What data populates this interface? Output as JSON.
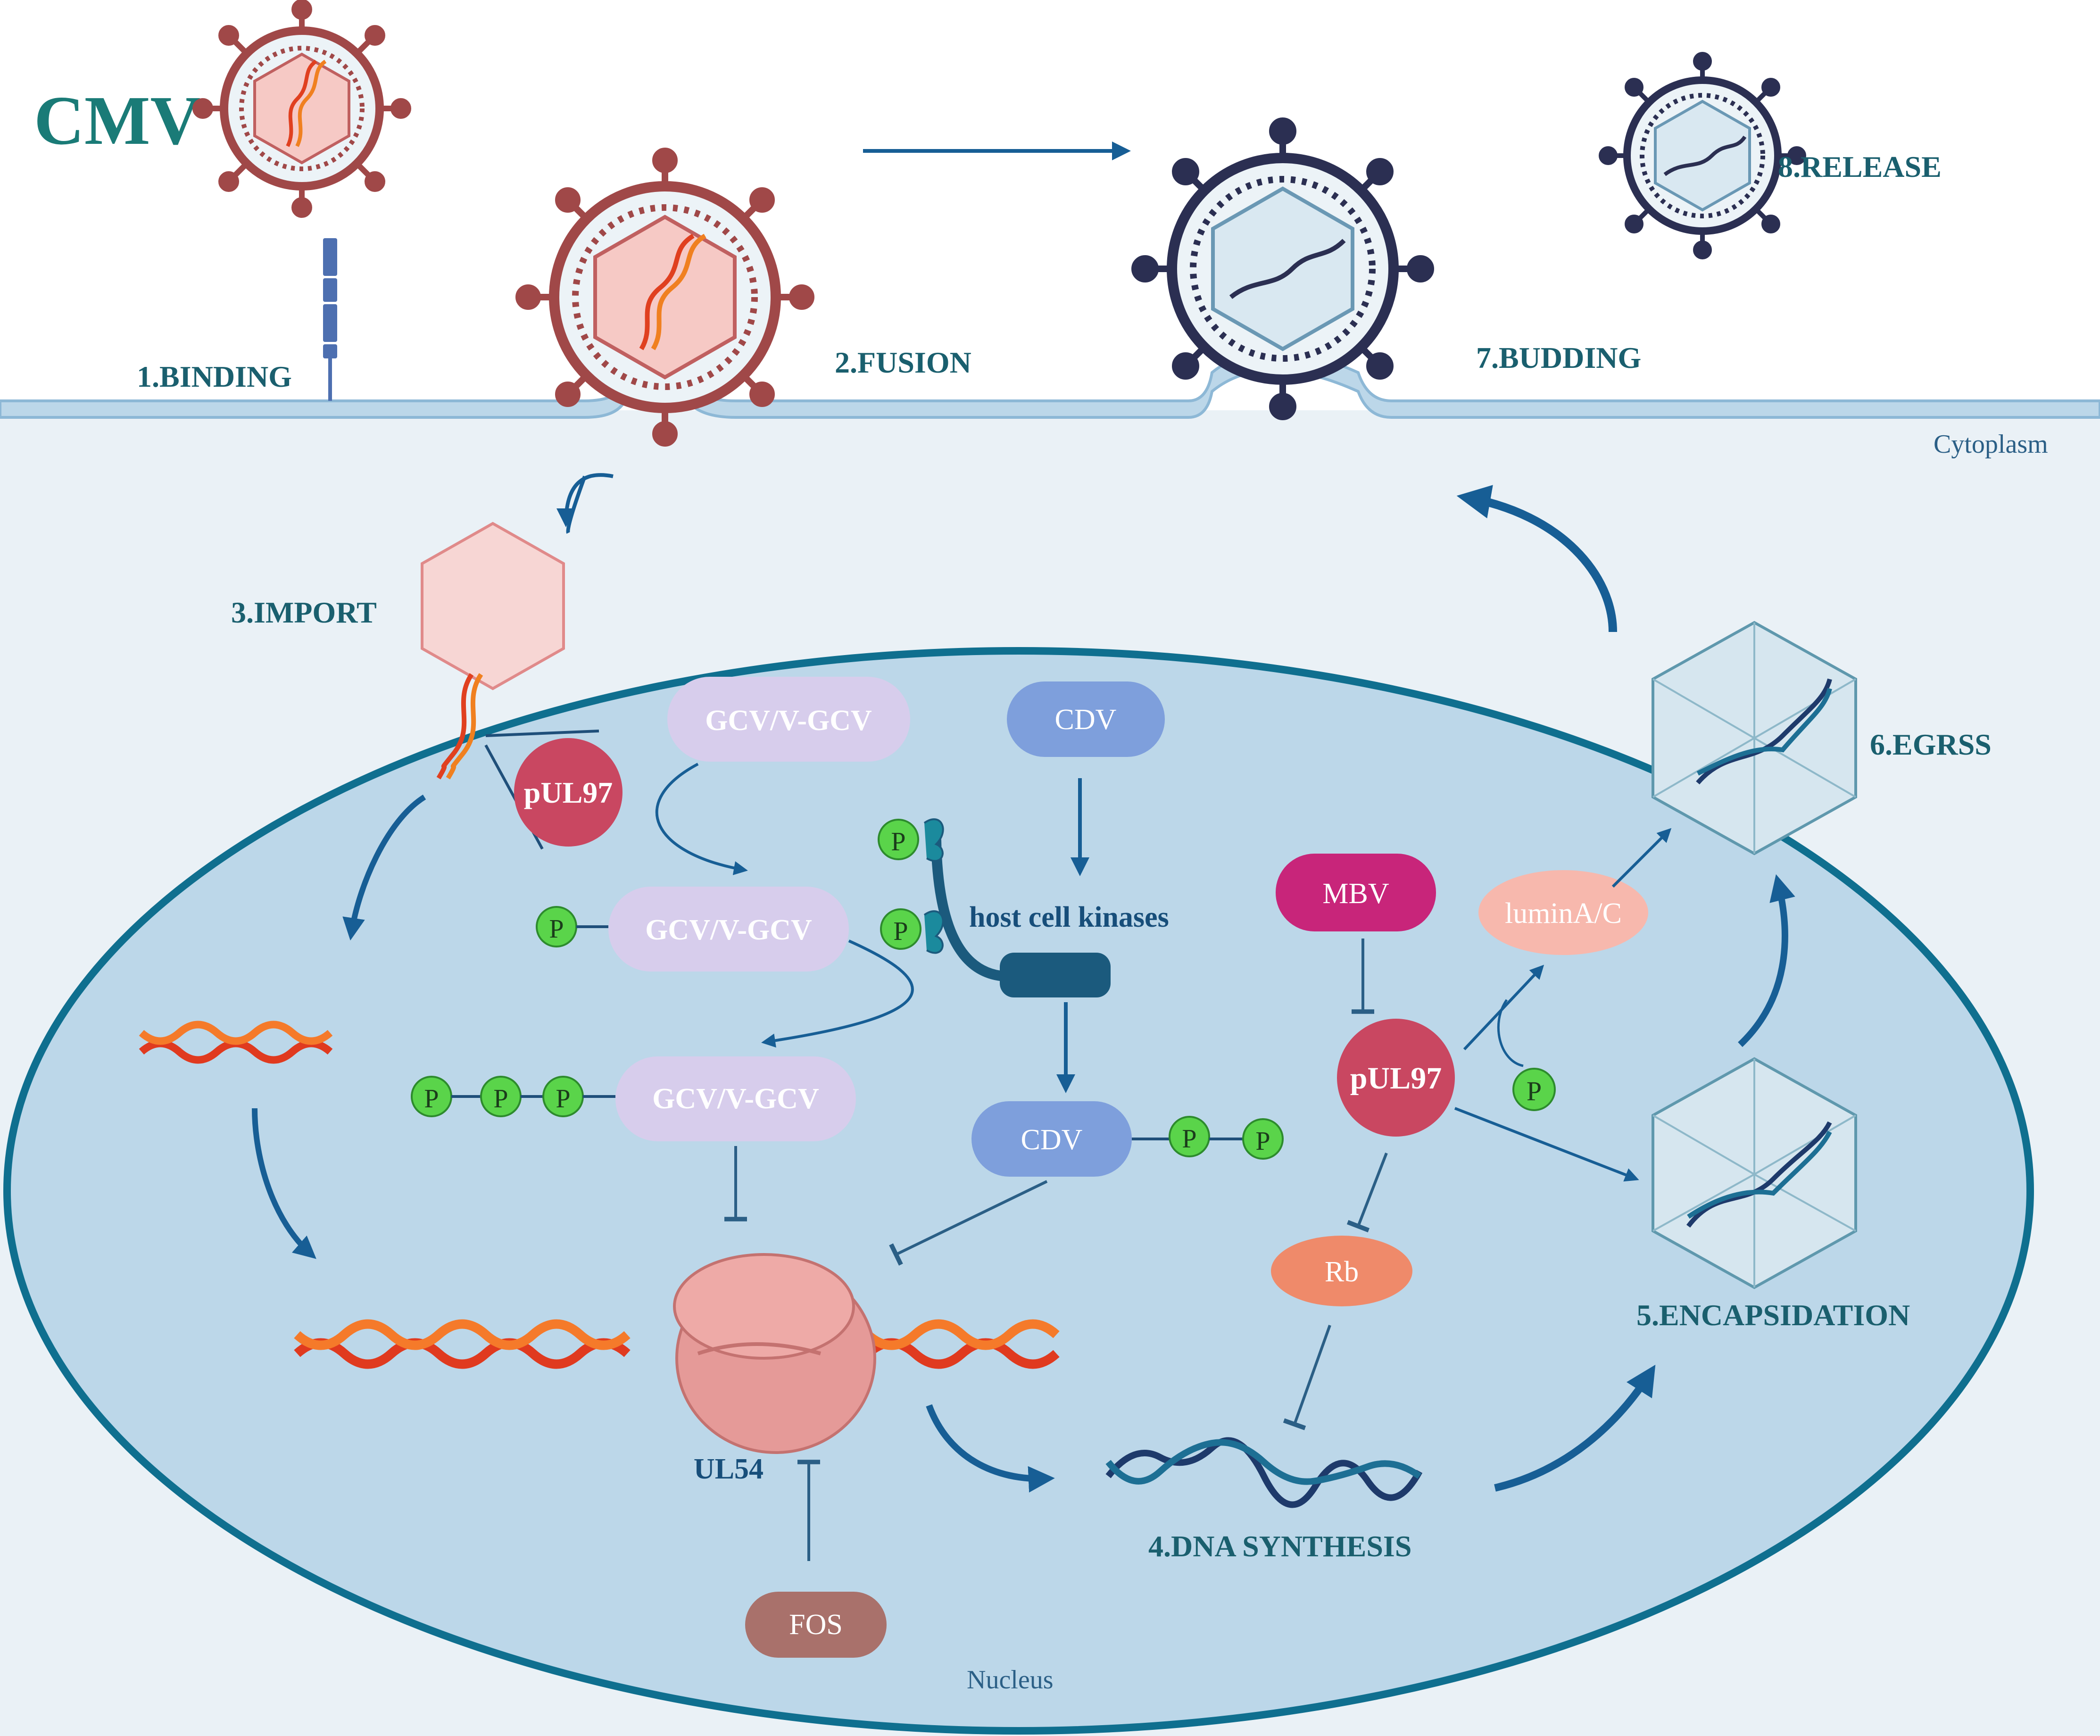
{
  "title": "CMV",
  "regions": {
    "cytoplasm": "Cytoplasm",
    "nucleus": "Nucleus"
  },
  "stages": {
    "binding": "1.BINDING",
    "fusion": "2.FUSION",
    "import": "3.IMPORT",
    "dna_synthesis": "4.DNA SYNTHESIS",
    "encapsidation": "5.ENCAPSIDATION",
    "egress": "6.EGRSS",
    "budding": "7.BUDDING",
    "release": "8.RELEASE"
  },
  "molecules": {
    "gcv_top": "GCV/V-GCV",
    "gcv_mono": "GCV/V-GCV",
    "gcv_tri": "GCV/V-GCV",
    "pul97_import": "pUL97",
    "pul97_main": "pUL97",
    "cdv_top": "CDV",
    "cdv_bottom": "CDV",
    "host_kinases": "host cell kinases",
    "mbv": "MBV",
    "lumina": "luminA/C",
    "rb": "Rb",
    "ul54": "UL54",
    "fos": "FOS",
    "phosphate": "P"
  },
  "colors": {
    "cytoplasm_bg": "#eaf1f6",
    "nucleus_fill": "#bcd7e9",
    "nucleus_border": "#0f6f8f",
    "arrow": "#175e95",
    "virus_red": "#a04848",
    "virus_dark": "#2b2f52",
    "gcv_pill": "#d7cdec",
    "cdv_pill": "#7e9fdc",
    "pul97": "#c94761",
    "mbv": "#c8257a",
    "lumina": "#f7b8ad",
    "rb": "#ef8a6a",
    "fos": "#a9716b",
    "phosphate": "#5ad44a",
    "title": "#1a7b77"
  }
}
